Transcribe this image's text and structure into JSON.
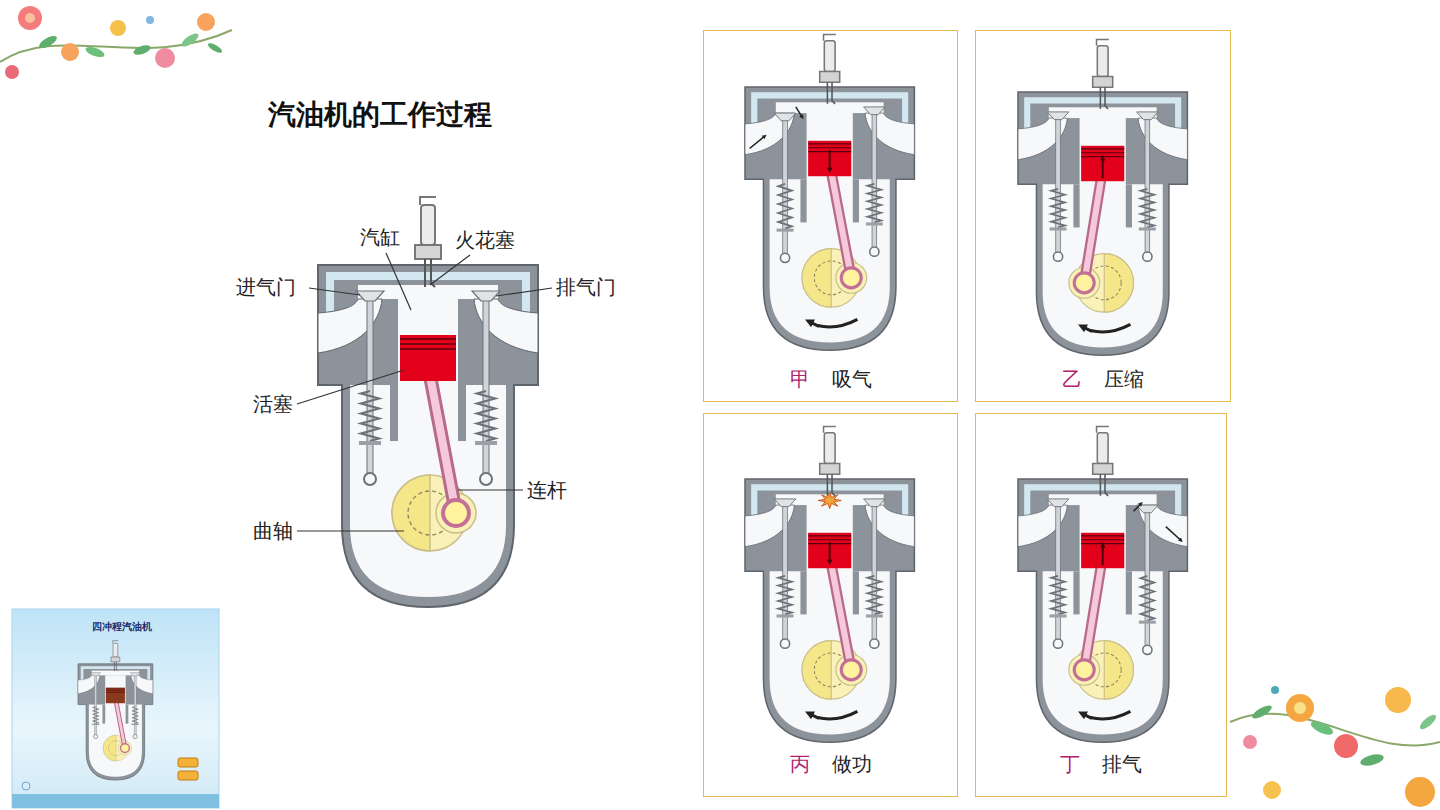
{
  "diagram": {
    "title": "汽油机的工作过程",
    "nodes": [
      {
        "text": [
          "甲",
          "吸气"
        ]
      },
      {
        "text": [
          "乙",
          "压缩"
        ]
      },
      {
        "text": [
          "丙",
          "做功"
        ]
      },
      {
        "text": [
          "丁",
          "排气"
        ]
      },
      {
        "text": [
          "四冲程汽油机"
        ]
      }
    ],
    "labels": [
      "汽缸",
      "火花塞",
      "进气门",
      "排气门",
      "活塞",
      "连杆",
      "曲轴"
    ]
  }
}
